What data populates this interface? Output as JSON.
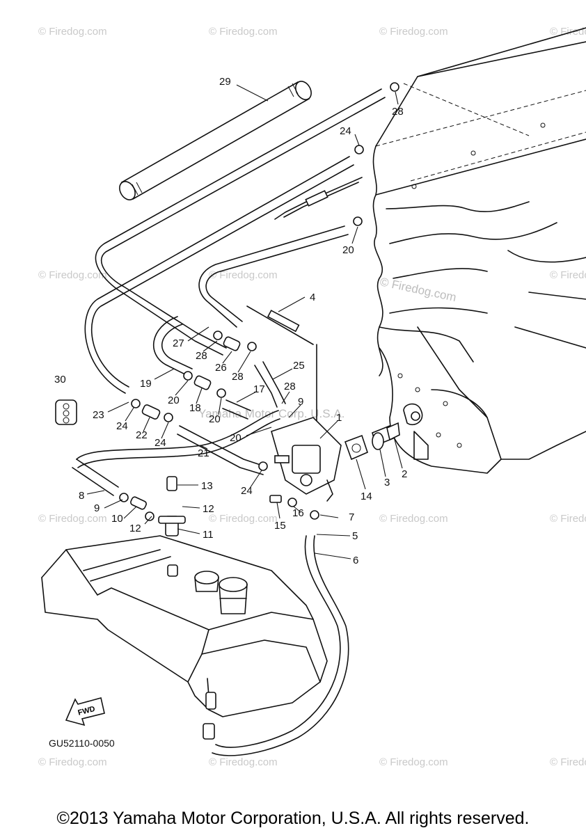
{
  "callouts": [
    "29",
    "28",
    "24",
    "4",
    "20",
    "27",
    "28",
    "26",
    "28",
    "25",
    "19",
    "20",
    "18",
    "20",
    "17",
    "28",
    "9",
    "30",
    "23",
    "24",
    "22",
    "24",
    "21",
    "20",
    "1",
    "2",
    "3",
    "14",
    "8",
    "13",
    "12",
    "24",
    "9",
    "10",
    "12",
    "11",
    "16",
    "15",
    "7",
    "5",
    "6"
  ],
  "watermark": {
    "corner_text": "© Firedog.com",
    "center_text": "© Firedog.com",
    "overlay_text": "Yamaha Motor Corp. U.S.A."
  },
  "fwd_label": "FWD",
  "diagram_code": "GU52110-0050",
  "copyright": "©2013 Yamaha Motor Corporation, U.S.A. All rights reserved.",
  "colors": {
    "ink": "#111111",
    "watermark": "#c9c9c9",
    "background": "#ffffff"
  }
}
